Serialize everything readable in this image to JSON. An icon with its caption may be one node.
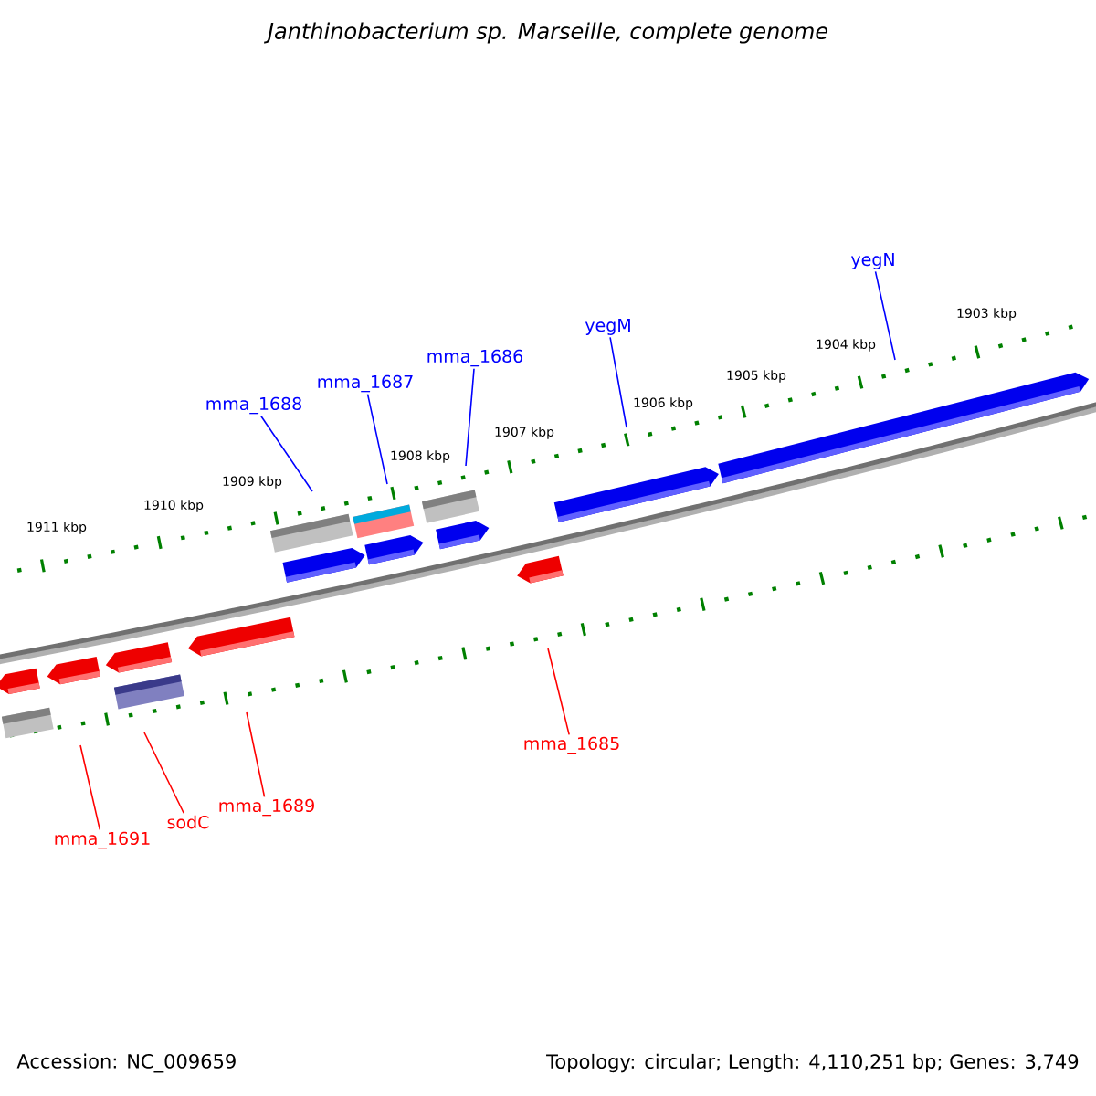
{
  "diagram": {
    "title": "Janthinobacterium sp. Marseille, complete genome",
    "nodes": [
      {
        "text": [
          "mma_1688"
        ]
      },
      {
        "text": [
          "mma_1687"
        ]
      },
      {
        "text": [
          "mma_1686"
        ]
      },
      {
        "text": [
          "yegM"
        ]
      },
      {
        "text": [
          "yegN"
        ]
      },
      {
        "text": [
          "mma_1691"
        ]
      },
      {
        "text": [
          "sodC"
        ]
      },
      {
        "text": [
          "mma_1689"
        ]
      },
      {
        "text": [
          "mma_1685"
        ]
      }
    ],
    "edges": [
      {
        "from": 0,
        "to": null,
        "arrow": "none"
      },
      {
        "from": 1,
        "to": null,
        "arrow": "none"
      },
      {
        "from": 2,
        "to": null,
        "arrow": "none"
      },
      {
        "from": 3,
        "to": null,
        "arrow": "none"
      },
      {
        "from": 4,
        "to": null,
        "arrow": "none"
      },
      {
        "from": 5,
        "to": null,
        "arrow": "none",
        "color": "#ff0000"
      },
      {
        "from": 6,
        "to": null,
        "arrow": "none",
        "color": "#ff0000"
      },
      {
        "from": 7,
        "to": null,
        "arrow": "none",
        "color": "#ff0000"
      },
      {
        "from": 8,
        "to": null,
        "arrow": "none",
        "color": "#ff0000"
      }
    ],
    "labels": [
      "1911 kbp",
      "1910 kbp",
      "1909 kbp",
      "1908 kbp",
      "1907 kbp",
      "1906 kbp",
      "1905 kbp",
      "1904 kbp",
      "1903 kbp",
      "Accession: NC_009659",
      "Topology: circular; Length: 4,110,251 bp; Genes: 3,749"
    ]
  }
}
